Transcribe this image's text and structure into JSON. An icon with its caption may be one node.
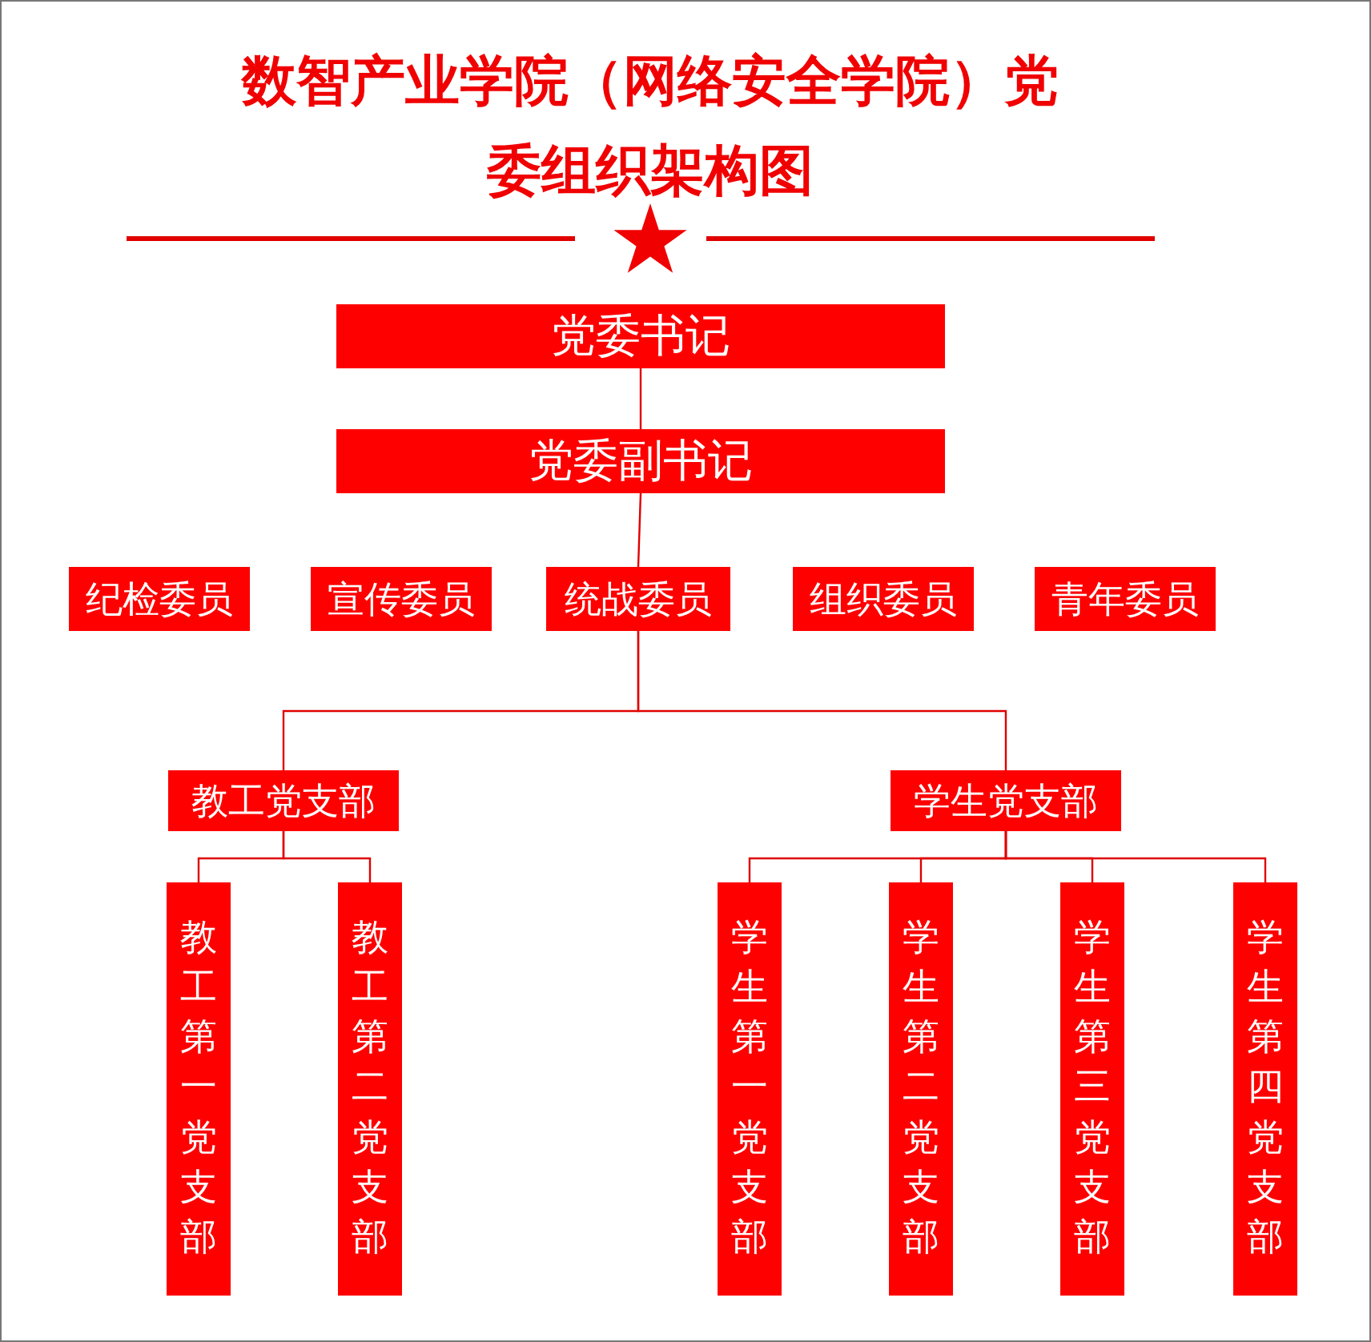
{
  "diagram": {
    "title": "数智产业学院（网络安全学院）党委组织架构图",
    "nodes": [
      {
        "text": [
          "党委书记"
        ]
      },
      {
        "text": [
          "党委副书记"
        ]
      },
      {
        "text": [
          "纪检委员"
        ]
      },
      {
        "text": [
          "宣传委员"
        ]
      },
      {
        "text": [
          "统战委员"
        ]
      },
      {
        "text": [
          "组织委员"
        ]
      },
      {
        "text": [
          "青年委员"
        ]
      },
      {
        "text": [
          "教工党支部"
        ]
      },
      {
        "text": [
          "学生党支部"
        ]
      },
      {
        "text": [
          "教工第一党支部"
        ]
      },
      {
        "text": [
          "教工第二党支部"
        ]
      },
      {
        "text": [
          "学生第一党支部"
        ]
      },
      {
        "text": [
          "学生第二党支部"
        ]
      },
      {
        "text": [
          "学生第三党支部"
        ]
      },
      {
        "text": [
          "学生第四党支部"
        ]
      }
    ],
    "edges": [
      {
        "from": 0,
        "to": 1,
        "arrow": "none"
      },
      {
        "from": 1,
        "to": 4,
        "arrow": "none"
      },
      {
        "from": 4,
        "to": 7,
        "arrow": "none"
      },
      {
        "from": 4,
        "to": 8,
        "arrow": "none"
      },
      {
        "from": 7,
        "to": 9,
        "arrow": "none"
      },
      {
        "from": 7,
        "to": 10,
        "arrow": "none"
      },
      {
        "from": 8,
        "to": 11,
        "arrow": "none"
      },
      {
        "from": 8,
        "to": 12,
        "arrow": "none"
      },
      {
        "from": 8,
        "to": 13,
        "arrow": "none"
      },
      {
        "from": 8,
        "to": 14,
        "arrow": "none"
      }
    ]
  }
}
